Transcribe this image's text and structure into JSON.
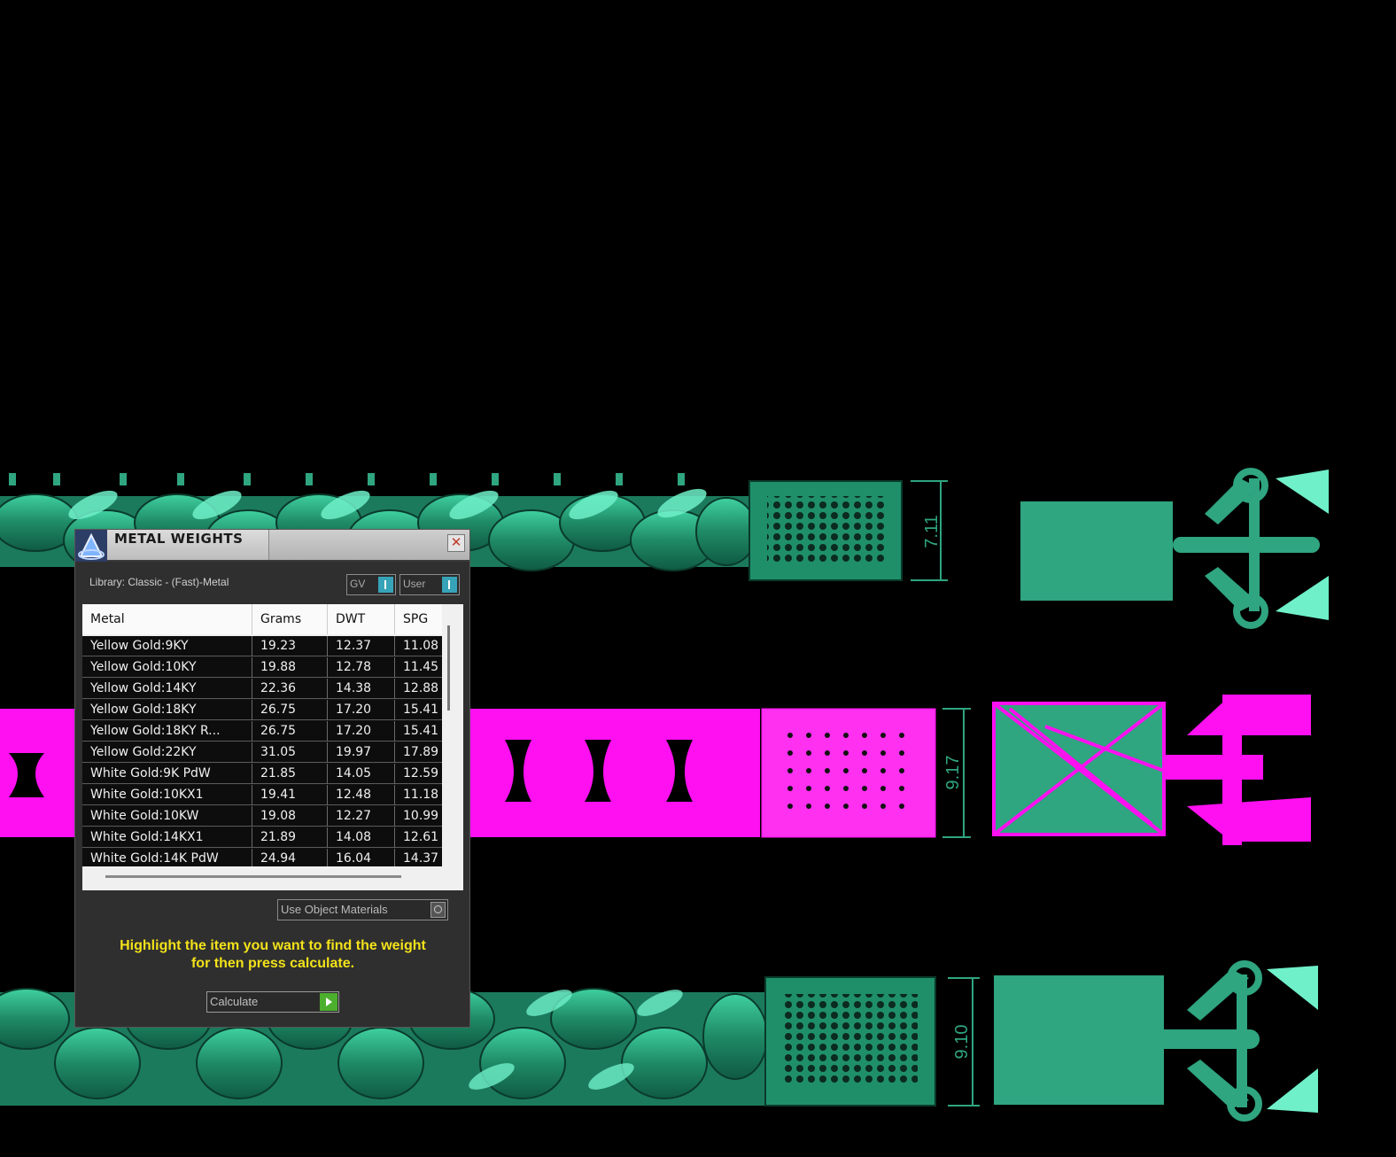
{
  "viewport": {
    "dimensions": [
      "7.11",
      "9.17",
      "9.10"
    ],
    "colors": {
      "background": "#000000",
      "metal": "#2fa580",
      "selected": "#ff10f0"
    }
  },
  "dialog": {
    "title": "METAL WEIGHTS",
    "close_icon": "close-icon",
    "library_label": "Library: Classic - (Fast)-Metal",
    "toggles": {
      "gv_label": "GV",
      "user_label": "User"
    },
    "table": {
      "columns": [
        "Metal",
        "Grams",
        "DWT",
        "SPG"
      ],
      "rows": [
        [
          "Yellow Gold:9KY",
          "19.23",
          "12.37",
          "11.08"
        ],
        [
          "Yellow Gold:10KY",
          "19.88",
          "12.78",
          "11.45"
        ],
        [
          "Yellow Gold:14KY",
          "22.36",
          "14.38",
          "12.88"
        ],
        [
          "Yellow Gold:18KY",
          "26.75",
          "17.20",
          "15.41"
        ],
        [
          "Yellow Gold:18KY R...",
          "26.75",
          "17.20",
          "15.41"
        ],
        [
          "Yellow Gold:22KY",
          "31.05",
          "19.97",
          "17.89"
        ],
        [
          "White Gold:9K PdW",
          "21.85",
          "14.05",
          "12.59"
        ],
        [
          "White Gold:10KX1",
          "19.41",
          "12.48",
          "11.18"
        ],
        [
          "White Gold:10KW",
          "19.08",
          "12.27",
          "10.99"
        ],
        [
          "White Gold:14KX1",
          "21.89",
          "14.08",
          "12.61"
        ],
        [
          "White Gold:14K PdW",
          "24.94",
          "16.04",
          "14.37"
        ]
      ]
    },
    "use_object_materials_label": "Use Object Materials",
    "hint_line1": "Highlight the item you want to find the weight",
    "hint_line2": "for then press calculate.",
    "calculate_label": "Calculate",
    "colors": {
      "hint": "#f3e21a",
      "toggle_knob": "#37a3b8",
      "go": "#4caf2e"
    }
  }
}
